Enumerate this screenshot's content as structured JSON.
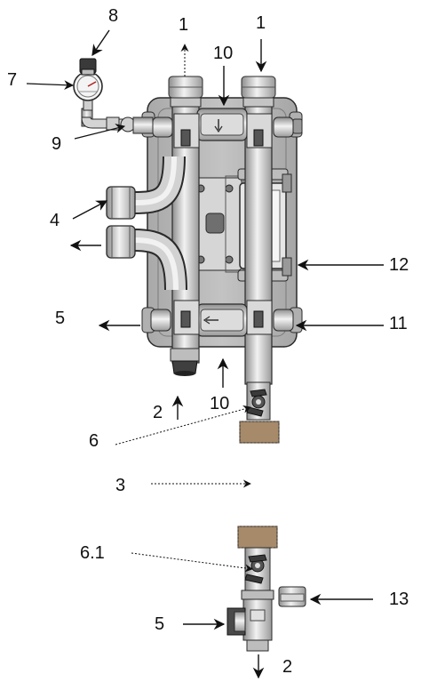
{
  "labels": {
    "l1a": "1",
    "l1b": "1",
    "l2a": "2",
    "l2b": "2",
    "l3": "3",
    "l4": "4",
    "l5a": "5",
    "l5b": "5",
    "l6": "6",
    "l61": "6.1",
    "l7": "7",
    "l8": "8",
    "l9": "9",
    "l10a": "10",
    "l10b": "10",
    "l11": "11",
    "l12": "12",
    "l13": "13"
  },
  "colors": {
    "outline": "#2a2a2a",
    "panel": "#b8b8b8",
    "metal": "#c9c9c9",
    "metal_light": "#ececec",
    "metal_dark": "#8a8a8a",
    "gasket": "#a68a6a"
  }
}
